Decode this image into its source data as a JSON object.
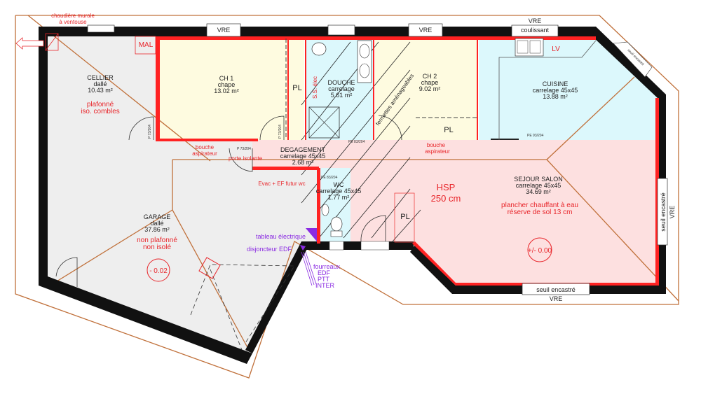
{
  "plan": {
    "colors": {
      "wall": "#111111",
      "insulated_wall": "#ff2222",
      "bedroom": "#fefbe0",
      "wet_room": "#dcf8fc",
      "living": "#fde0e0",
      "garage": "#eeeeee",
      "annotation_red": "#e8252a",
      "annotation_purple": "#8a2be2",
      "roof_line": "#c0703a"
    },
    "rooms": {
      "cellier": {
        "name": "CELLIER",
        "floor": "dallé",
        "area": "10.43 m²",
        "note1": "plafonné",
        "note2": "iso. combles"
      },
      "ch1": {
        "name": "CH 1",
        "floor": "chape",
        "area": "13.02 m²"
      },
      "douche": {
        "name": "DOUCHE",
        "floor": "carrelage",
        "area": "5.61 m²"
      },
      "ch2": {
        "name": "CH 2",
        "floor": "chape",
        "area": "9.02 m²"
      },
      "cuisine": {
        "name": "CUISINE",
        "floor": "carrelage 45x45",
        "area": "13.88 m²"
      },
      "degagement": {
        "name": "DEGAGEMENT",
        "floor": "carrelage 45x45",
        "area": "2.68 m²"
      },
      "wc": {
        "name": "WC",
        "floor": "carrelage 45x45",
        "area": "1.77 m²"
      },
      "sejour": {
        "name": "SEJOUR SALON",
        "floor": "carrelage 45x45",
        "area": "34.69 m²",
        "note1": "plancher chauffant à eau",
        "note2": "réserve de sol 13 cm"
      },
      "garage": {
        "name": "GARAGE",
        "floor": "dallé",
        "area": "37.86 m²",
        "note1": "non plafonné",
        "note2": "non isolé"
      }
    },
    "annotations": {
      "chaudiere1": "chaudière murale",
      "chaudiere2": "à ventouse",
      "mal": "MAL",
      "pl": "PL",
      "ss_elec": "S.S. élec",
      "bouche1": "bouche",
      "bouche2": "aspirateur",
      "porte_isolante": "porte isolante",
      "evac": "Evac + EF futur wc",
      "hsp1": "HSP",
      "hsp2": "250 cm",
      "fermettes": "fermettes aménageables",
      "level_garage": "- 0.02",
      "level_sejour": "+/- 0.00",
      "tableau": "tableau électrique",
      "disjoncteur": "disjoncteur EDF",
      "fourreaux": "fourreaux",
      "edf": "EDF",
      "ptt": "PTT",
      "inter": "INTER",
      "lv": "LV"
    },
    "openings": {
      "vre": "VRE",
      "coulissant": "coulissant",
      "seuil": "seuil encastré",
      "door_p73": "P 73/204",
      "door_pe83": "PE 83/204",
      "door_pe93": "PE 93/204"
    }
  }
}
